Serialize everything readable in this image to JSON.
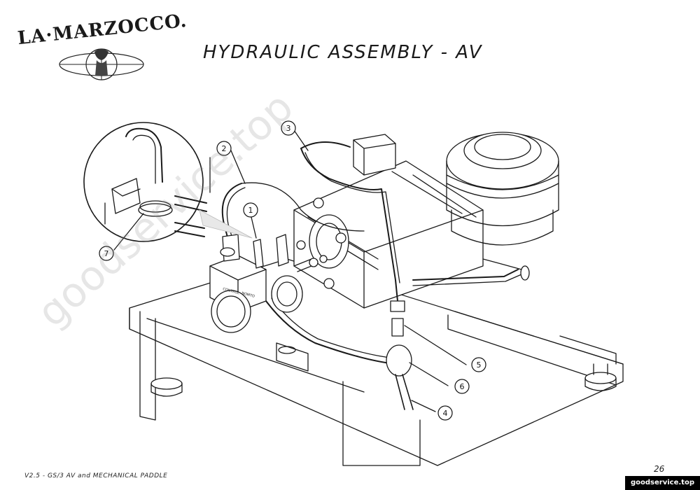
{
  "header": {
    "brand": "LA·MARZOCCO.",
    "title": "HYDRAULIC ASSEMBLY - AV"
  },
  "footer": {
    "model_note": "V2.5 - GS/3 AV and MECHANICAL PADDLE",
    "page_number": "26",
    "site": "goodservice.top"
  },
  "watermark": "goodservice.top",
  "callouts": [
    {
      "id": "1",
      "label": "1"
    },
    {
      "id": "2",
      "label": "2"
    },
    {
      "id": "3",
      "label": "3"
    },
    {
      "id": "4",
      "label": "4"
    },
    {
      "id": "5",
      "label": "5"
    },
    {
      "id": "6",
      "label": "6"
    },
    {
      "id": "7",
      "label": "7"
    }
  ],
  "part_labels": {
    "valve_label_a": "CONTROL",
    "valve_label_b": "NOMTO"
  }
}
